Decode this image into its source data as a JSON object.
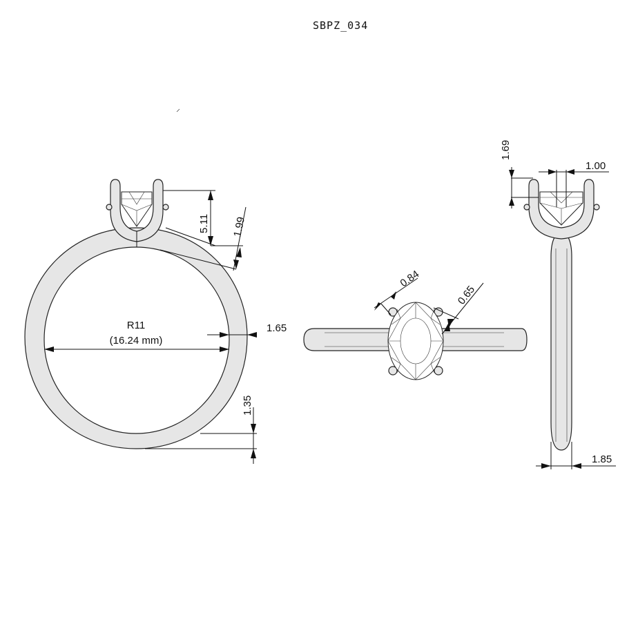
{
  "drawing_code": "SBPZ_034",
  "front_view": {
    "inner_radius_label": "R11",
    "inner_diameter_label": "(16.24 mm)",
    "band_width_side": "1.65",
    "band_thickness_bottom": "1.35",
    "prong_height": "5.11",
    "head_height": "1.99"
  },
  "top_view": {
    "stone_prong_left": "0.84",
    "stone_prong_right": "0.65"
  },
  "side_view": {
    "prong_top_height": "1.69",
    "prong_width": "1.00",
    "band_width": "1.85"
  }
}
